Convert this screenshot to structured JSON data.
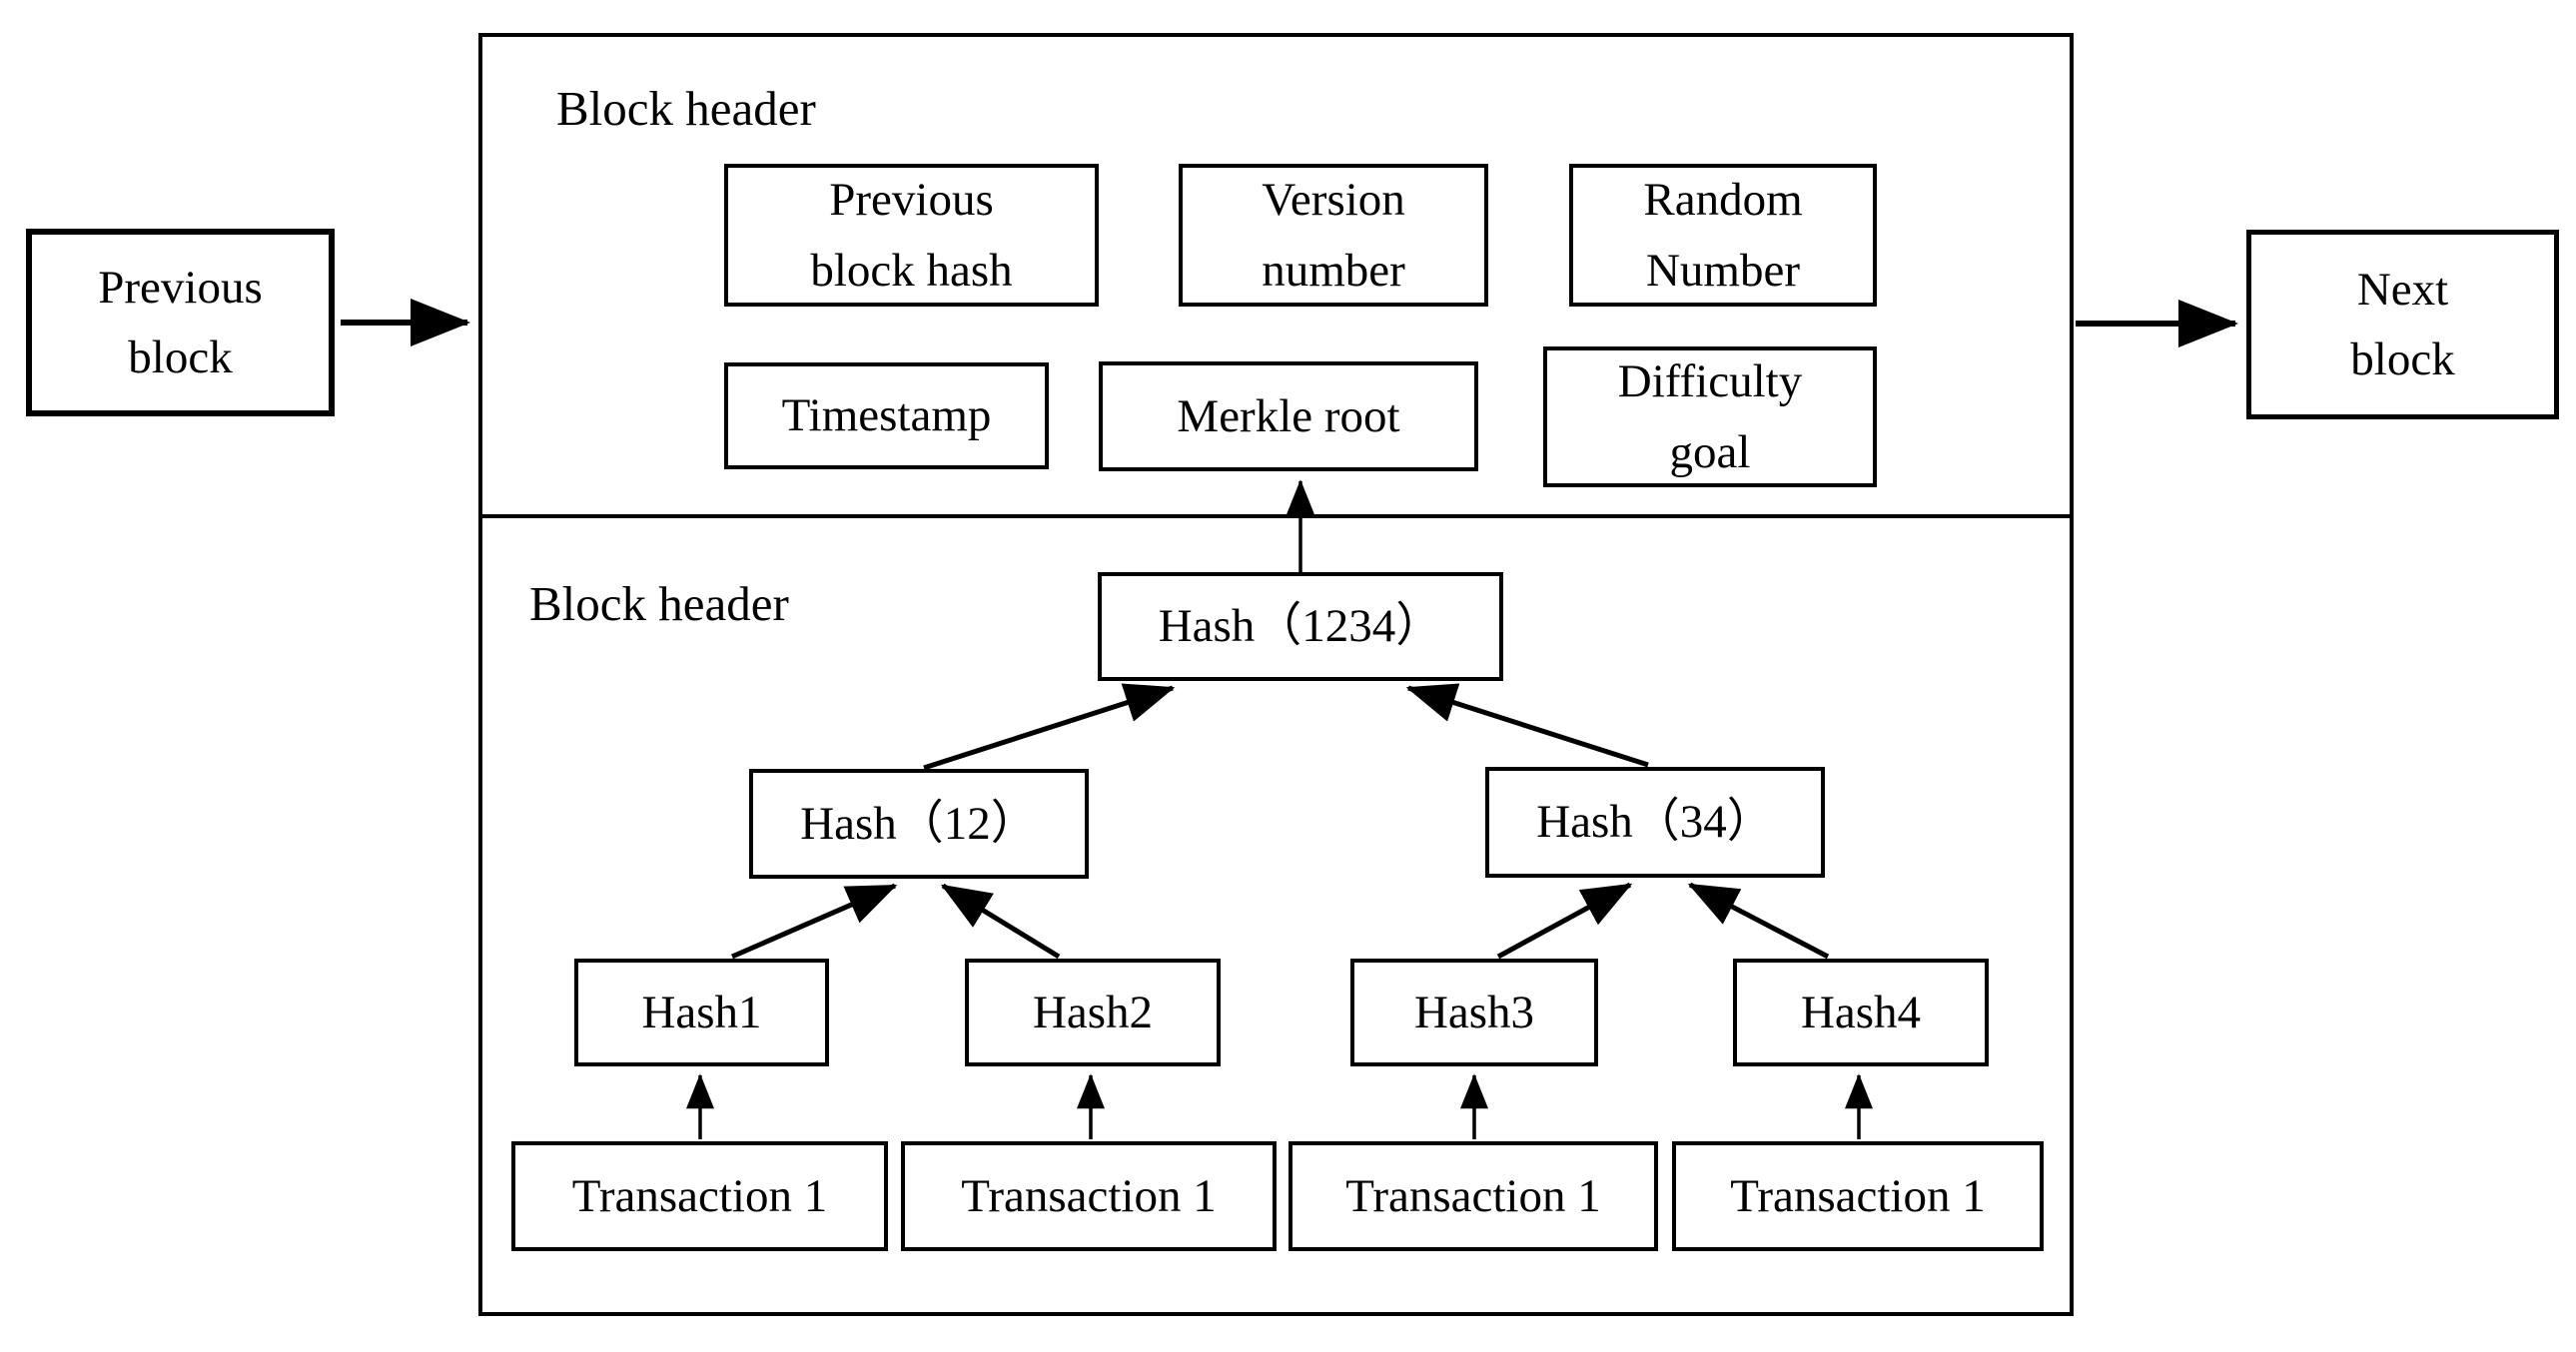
{
  "colors": {
    "ink": "#000000",
    "background": "#ffffff"
  },
  "external": {
    "previous_block_label": "Previous block",
    "next_block_label": "Next block"
  },
  "block": {
    "header_section_label": "Block header",
    "body_section_label": "Block header",
    "header_fields": {
      "previous_block_hash": "Previous block hash",
      "version_number": "Version number",
      "random_number": "Random Number",
      "timestamp": "Timestamp",
      "merkle_root": "Merkle root",
      "difficulty_goal": "Difficulty goal"
    }
  },
  "merkle_tree": {
    "root": "Hash（1234）",
    "internal_nodes": [
      "Hash（12）",
      "Hash（34）"
    ],
    "leaf_hashes": [
      "Hash1",
      "Hash2",
      "Hash3",
      "Hash4"
    ],
    "transactions": [
      "Transaction 1",
      "Transaction 1",
      "Transaction 1",
      "Transaction 1"
    ]
  }
}
